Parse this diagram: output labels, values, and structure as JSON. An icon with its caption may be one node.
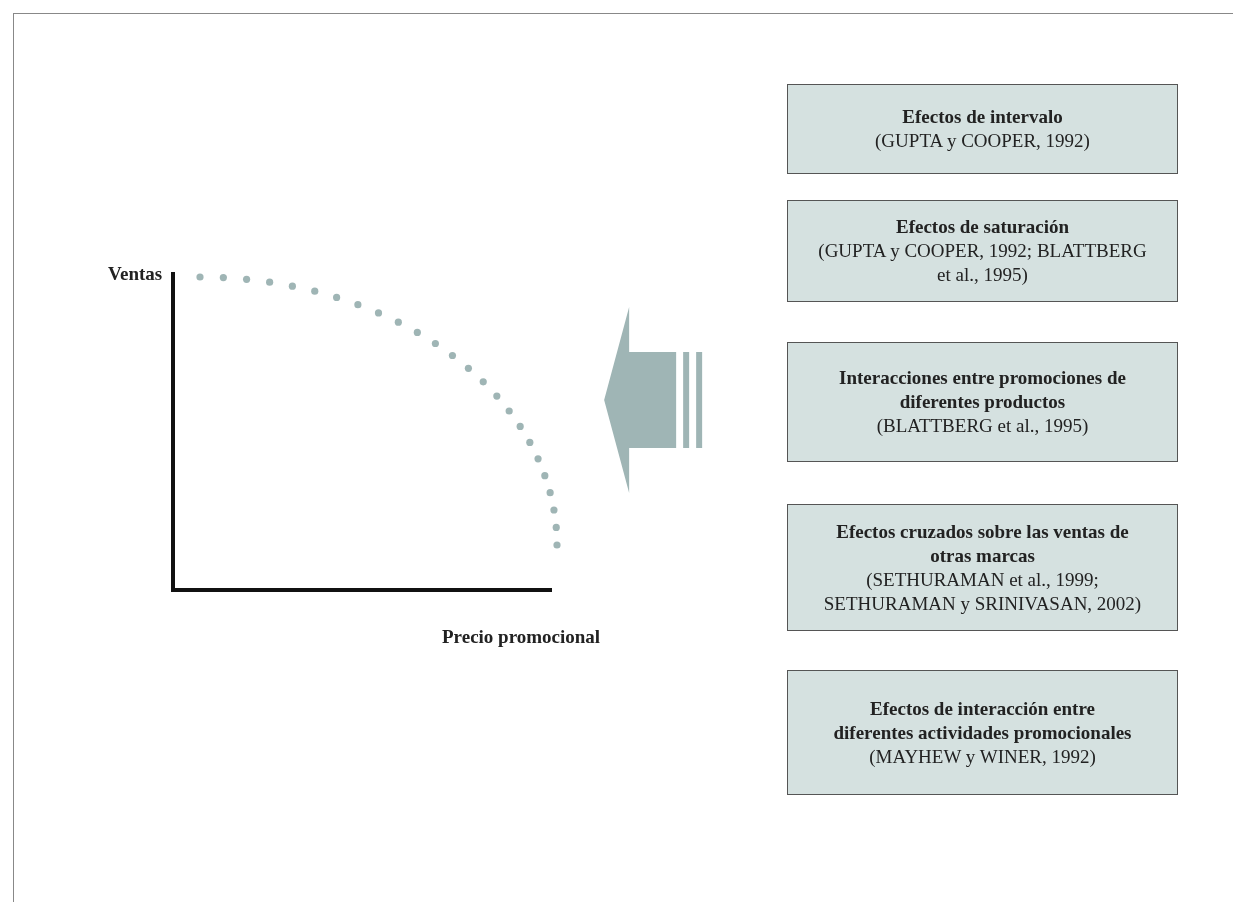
{
  "diagram": {
    "nodes": [
      {
        "text": [
          "Efectos de intervalo",
          "(GUPTA y COOPER, 1992)"
        ]
      },
      {
        "text": [
          "Efectos de saturación",
          "(GUPTA y COOPER, 1992; BLATTBERG et al., 1995)"
        ]
      },
      {
        "text": [
          "Interacciones entre promociones de diferentes productos",
          "(BLATTBERG et al., 1995)"
        ]
      },
      {
        "text": [
          "Efectos cruzados sobre las ventas de otras marcas",
          "(SETHURAMAN et al., 1999; SETHURAMAN y SRINIVASAN, 2002)"
        ]
      },
      {
        "text": [
          "Efectos de interacción entre diferentes actividades promocionales",
          "(MAYHEW y WINER, 1992)"
        ]
      },
      {
        "text": [
          "Ventas",
          "Precio promocional"
        ]
      }
    ],
    "edges": [
      {
        "from": null,
        "to": 5,
        "arrow": "to",
        "style": "thick"
      }
    ]
  }
}
